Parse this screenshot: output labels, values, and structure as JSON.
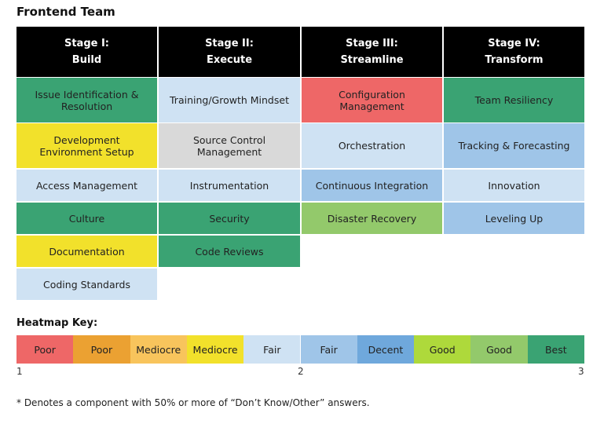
{
  "title": "Frontend Team",
  "stages": [
    {
      "line1": "Stage I:",
      "line2": "Build"
    },
    {
      "line1": "Stage II:",
      "line2": "Execute"
    },
    {
      "line1": "Stage III:",
      "line2": "Streamline"
    },
    {
      "line1": "Stage IV:",
      "line2": "Transform"
    }
  ],
  "columns": [
    [
      {
        "label": "Issue Identification & Resolution",
        "rating": "Best",
        "color": "#3aa373"
      },
      {
        "label": "Development Environment Setup",
        "rating": "Mediocre",
        "color": "#f2e12b"
      },
      {
        "label": "Access Management",
        "rating": "Fair",
        "color": "#cfe2f3"
      },
      {
        "label": "Culture",
        "rating": "Best",
        "color": "#3aa373"
      },
      {
        "label": "Documentation",
        "rating": "Mediocre",
        "color": "#f2e12b"
      },
      {
        "label": "Coding Standards",
        "rating": "Fair",
        "color": "#cfe2f3"
      }
    ],
    [
      {
        "label": "Training/Growth Mindset",
        "rating": "Fair",
        "color": "#cfe2f3"
      },
      {
        "label": "Source Control Management",
        "rating": "",
        "color": "#d9d9d9"
      },
      {
        "label": "Instrumentation",
        "rating": "Fair",
        "color": "#cfe2f3"
      },
      {
        "label": "Security",
        "rating": "Best",
        "color": "#3aa373"
      },
      {
        "label": "Code Reviews",
        "rating": "Best",
        "color": "#3aa373"
      }
    ],
    [
      {
        "label": "Configuration Management",
        "rating": "Poor",
        "color": "#ee6767"
      },
      {
        "label": "Orchestration",
        "rating": "Fair",
        "color": "#cfe2f3"
      },
      {
        "label": "Continuous Integration",
        "rating": "Fair",
        "color": "#9fc5e8"
      },
      {
        "label": "Disaster Recovery",
        "rating": "Good",
        "color": "#93c96b"
      }
    ],
    [
      {
        "label": "Team Resiliency",
        "rating": "Best",
        "color": "#3aa373"
      },
      {
        "label": "Tracking & Forecasting",
        "rating": "Fair",
        "color": "#9fc5e8"
      },
      {
        "label": "Innovation",
        "rating": "Fair",
        "color": "#cfe2f3"
      },
      {
        "label": "Leveling Up",
        "rating": "Fair",
        "color": "#9fc5e8"
      }
    ]
  ],
  "key": {
    "title": "Heatmap Key:",
    "items": [
      {
        "label": "Poor",
        "color": "#ee6767"
      },
      {
        "label": "Poor",
        "color": "#eba132"
      },
      {
        "label": "Mediocre",
        "color": "#f8c45c"
      },
      {
        "label": "Mediocre",
        "color": "#f2e12b"
      },
      {
        "label": "Fair",
        "color": "#cfe2f3"
      },
      {
        "label": "Fair",
        "color": "#9fc5e8"
      },
      {
        "label": "Decent",
        "color": "#6fa8dc"
      },
      {
        "label": "Good",
        "color": "#aed93b"
      },
      {
        "label": "Good",
        "color": "#93c96b"
      },
      {
        "label": "Best",
        "color": "#3aa373"
      }
    ],
    "scale": [
      "1",
      "2",
      "3"
    ]
  },
  "footnote": "* Denotes a component with 50% or more of “Don’t Know/Other” answers."
}
